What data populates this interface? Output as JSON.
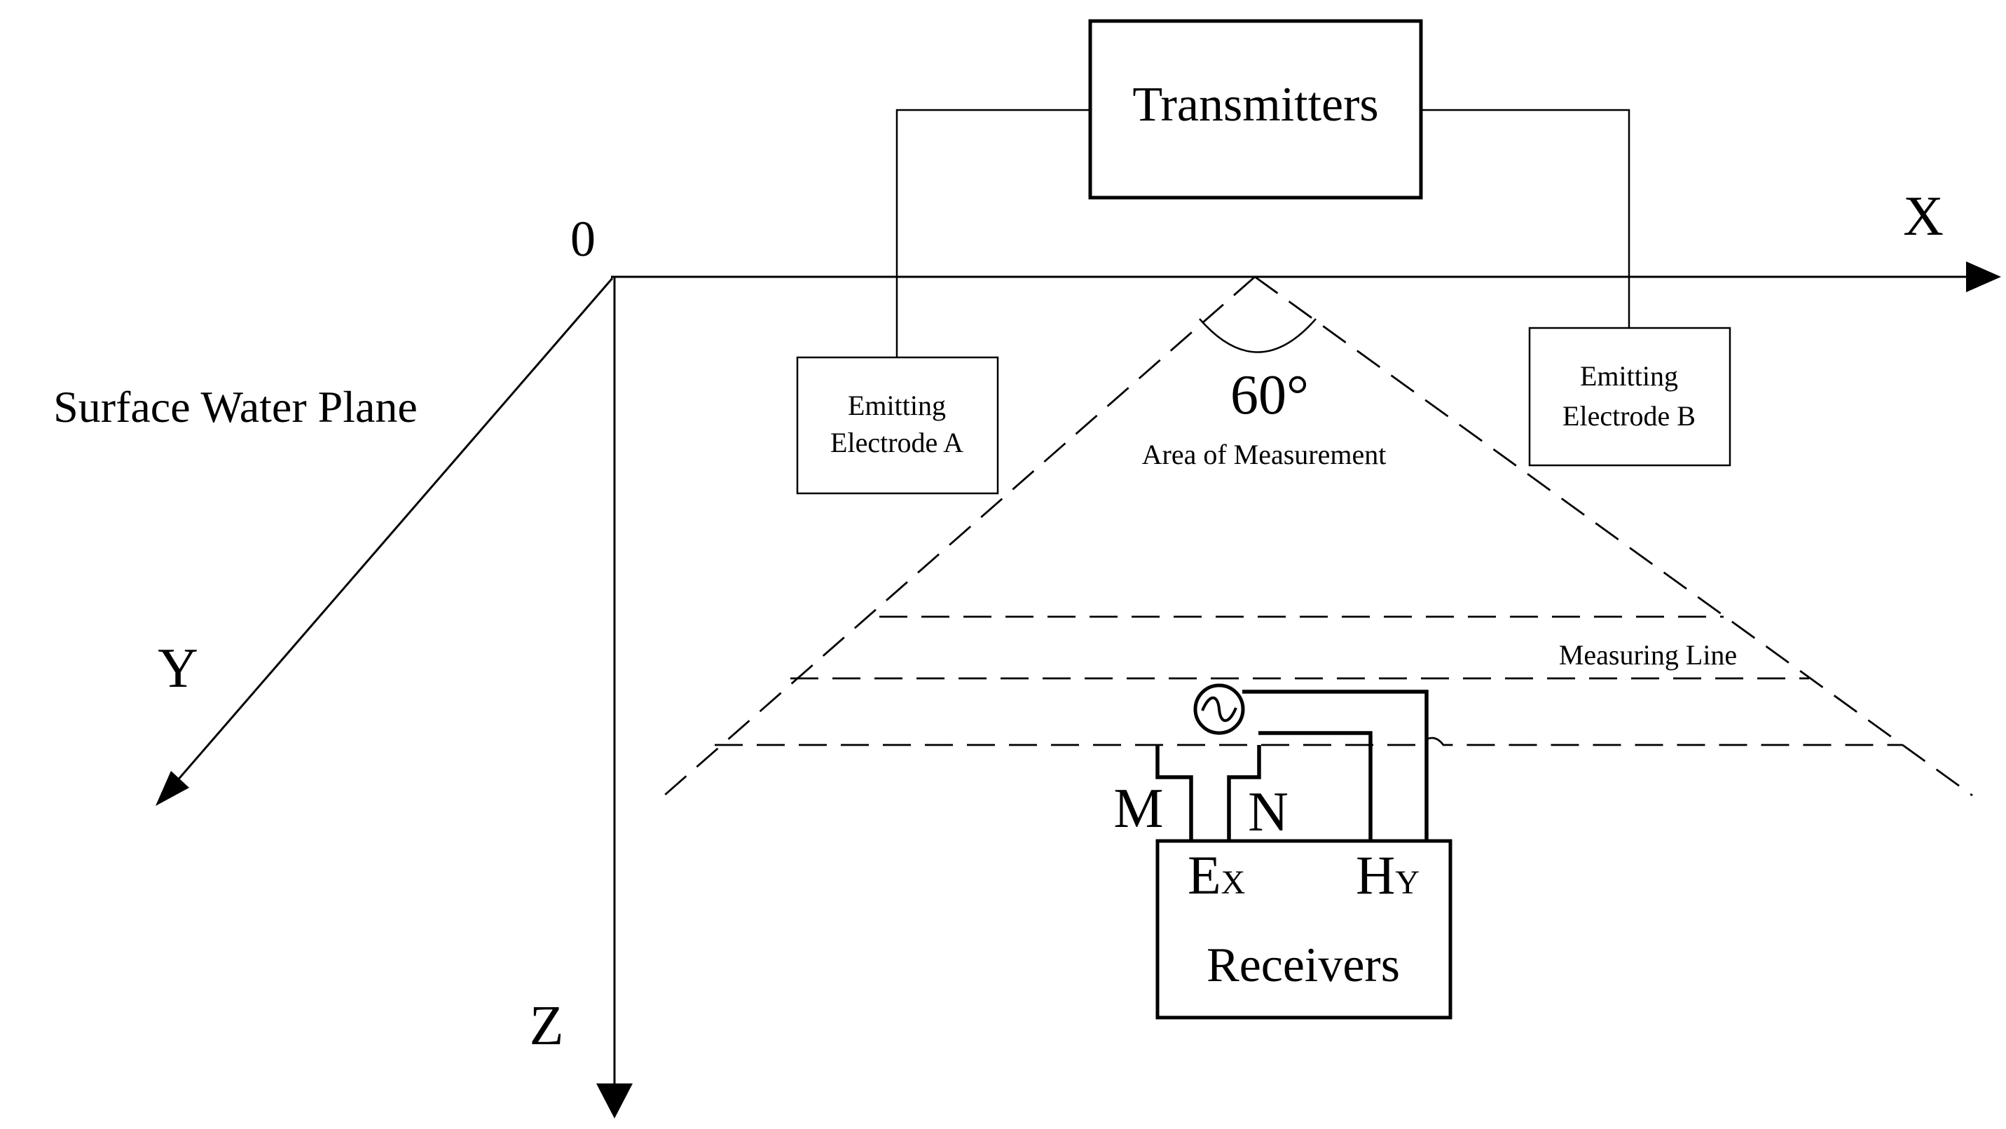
{
  "labels": {
    "origin": "0",
    "x_axis": "X",
    "y_axis": "Y",
    "z_axis": "Z",
    "surface_plane": "Surface Water Plane",
    "transmitters": "Transmitters",
    "electrode_a_line1": "Emitting",
    "electrode_a_line2": "Electrode A",
    "electrode_b_line1": "Emitting",
    "electrode_b_line2": "Electrode B",
    "angle": "60°",
    "area": "Area of Measurement",
    "measuring_line": "Measuring Line",
    "m": "M",
    "n": "N",
    "ex_main": "E",
    "ex_sub": "X",
    "hy_main": "H",
    "hy_sub": "Y",
    "receivers": "Receivers"
  }
}
